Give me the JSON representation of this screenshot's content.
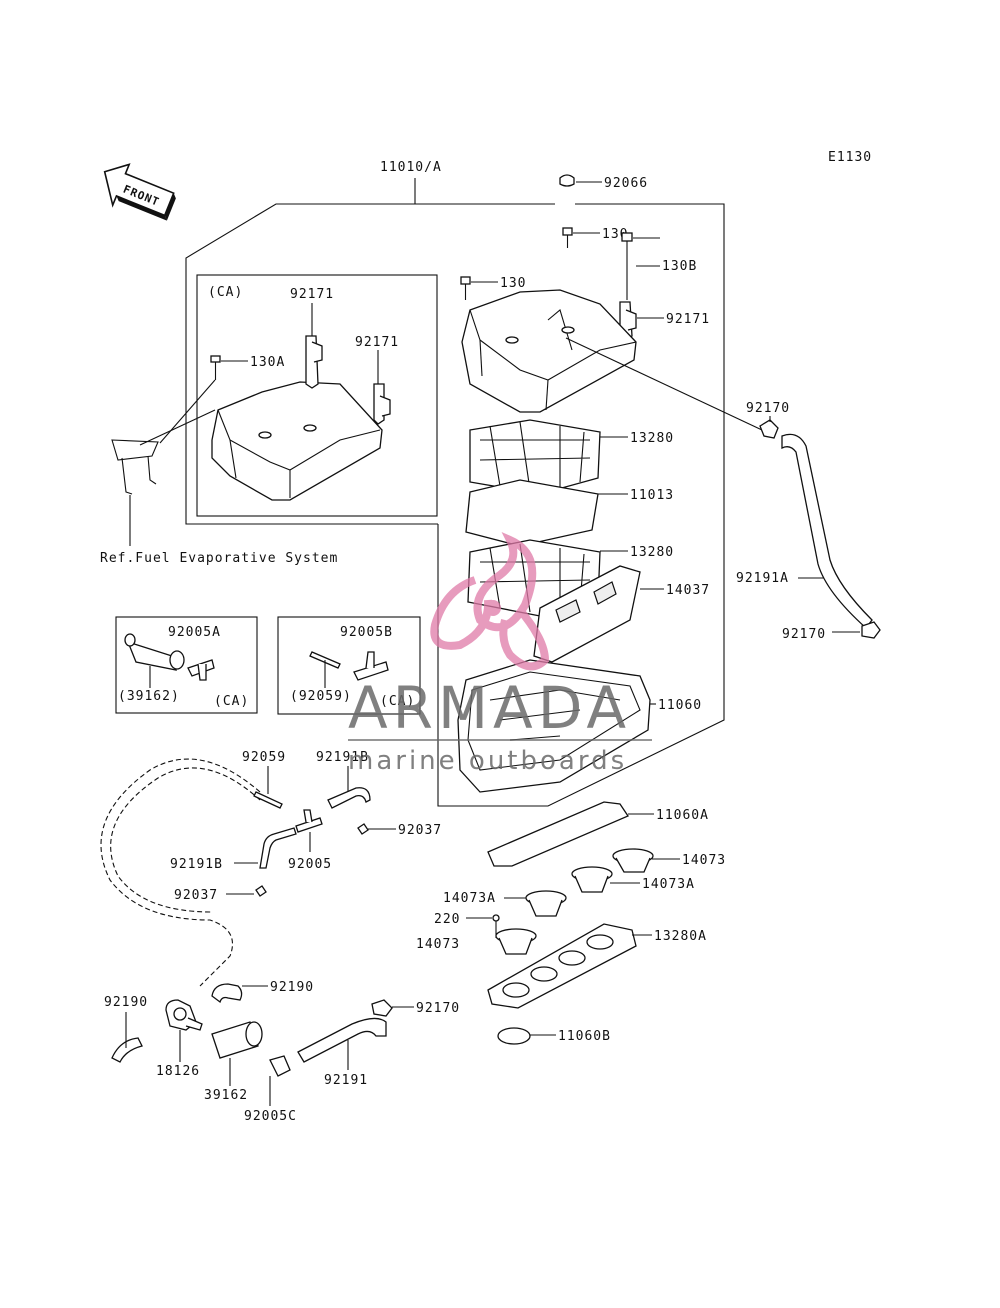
{
  "diagram_code": "E1130",
  "front_label": "FRONT",
  "assembly_label": "11010/A",
  "ca_box_label": "(CA)",
  "ref_note": "Ref.Fuel Evaporative System",
  "box1": {
    "top": "92005A",
    "bottom_left": "(39162)",
    "bottom_right": "(CA)"
  },
  "box2": {
    "top": "92005B",
    "bottom_left": "(92059)",
    "bottom_right": "(CA)"
  },
  "parts": {
    "p92066": "92066",
    "p130_top": "130",
    "p130_left": "130",
    "p130B": "130B",
    "p92171_right": "92171",
    "p92171_ca_a": "92171",
    "p92171_ca_b": "92171",
    "p130A": "130A",
    "p92170_top": "92170",
    "p92191A": "92191A",
    "p92170_mid": "92170",
    "p13280_top": "13280",
    "p11013": "11013",
    "p13280_mid": "13280",
    "p14037": "14037",
    "p11060": "11060",
    "p11060A": "11060A",
    "p14073_top": "14073",
    "p14073A_right": "14073A",
    "p14073A_left": "14073A",
    "p220": "220",
    "p14073_left": "14073",
    "p13280A": "13280A",
    "p11060B": "11060B",
    "p92059": "92059",
    "p92191B_top": "92191B",
    "p92037_a": "92037",
    "p92191B_left": "92191B",
    "p92005": "92005",
    "p92037_b": "92037",
    "p92190_right": "92190",
    "p92190_left": "92190",
    "p92170_bottom": "92170",
    "p18126": "18126",
    "p39162": "39162",
    "p92191": "92191",
    "p92005C": "92005C"
  },
  "watermark": {
    "title": "ARMADA",
    "subtitle": "marine outboards",
    "logo_color": "#e07aa8"
  }
}
